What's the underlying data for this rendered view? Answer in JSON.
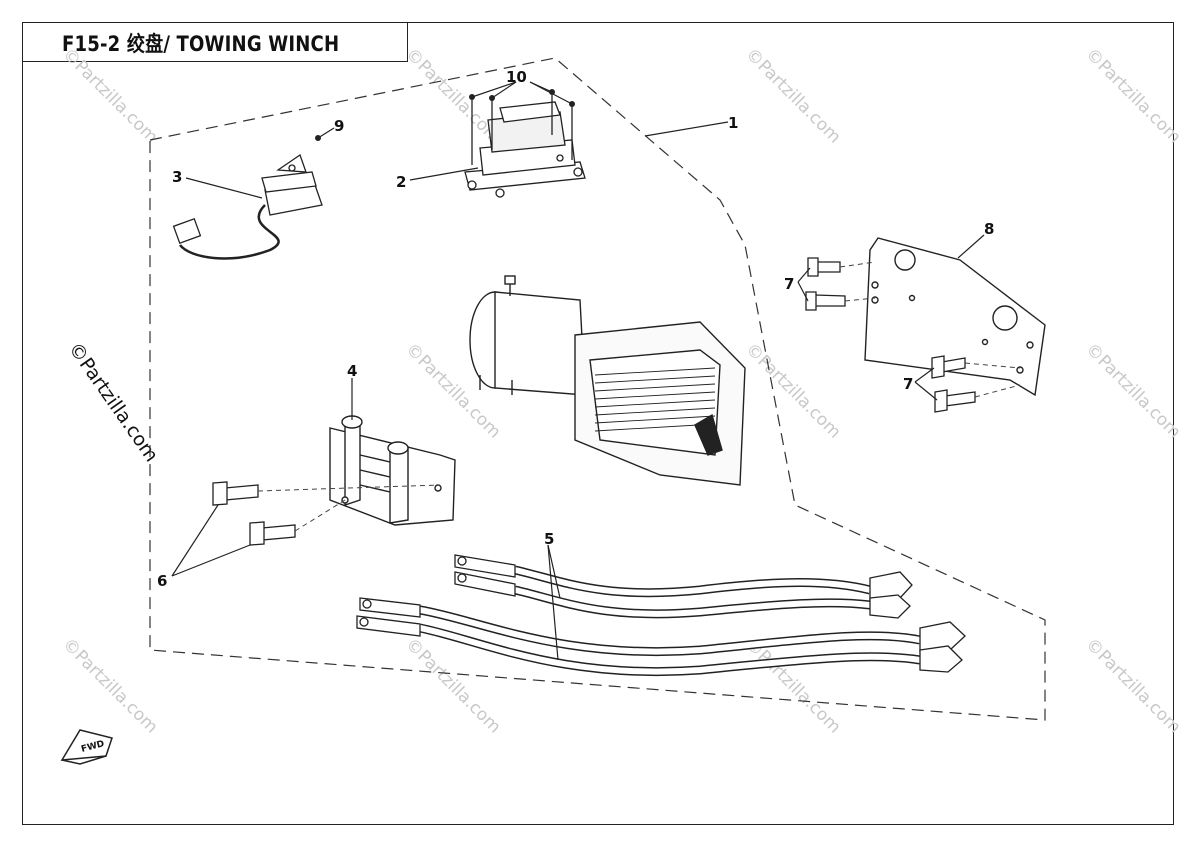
{
  "title": "F15-2  绞盘/ TOWING WINCH",
  "watermark": "©Partzilla.com",
  "fwd_label": "FWD",
  "callouts": [
    {
      "id": "1",
      "text": "1"
    },
    {
      "id": "2",
      "text": "2"
    },
    {
      "id": "3",
      "text": "3"
    },
    {
      "id": "4",
      "text": "4"
    },
    {
      "id": "5",
      "text": "5"
    },
    {
      "id": "6",
      "text": "6"
    },
    {
      "id": "7a",
      "text": "7"
    },
    {
      "id": "7b",
      "text": "7"
    },
    {
      "id": "8",
      "text": "8"
    },
    {
      "id": "9",
      "text": "9"
    },
    {
      "id": "10",
      "text": "10"
    }
  ]
}
